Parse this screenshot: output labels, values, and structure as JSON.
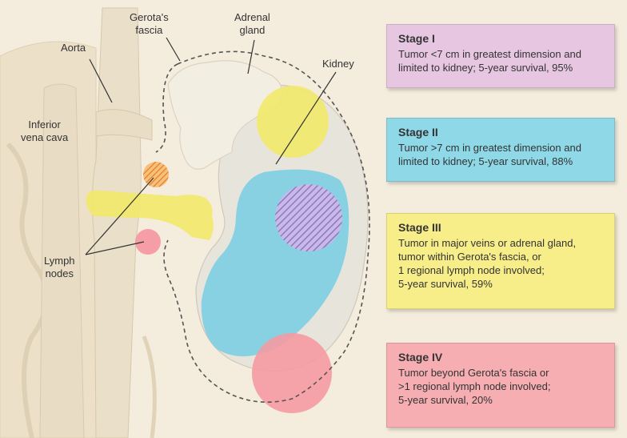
{
  "labels": {
    "gerotas_fascia": [
      "Gerota's",
      "fascia"
    ],
    "adrenal_gland": [
      "Adrenal",
      "gland"
    ],
    "aorta": "Aorta",
    "kidney": "Kidney",
    "inferior_vena_cava": [
      "Inferior",
      "vena cava"
    ],
    "lymph_nodes": [
      "Lymph",
      "nodes"
    ]
  },
  "colors": {
    "background": "#f4ecdc",
    "stage1": "#e6c6e0",
    "stage2": "#8ed8e8",
    "stage3": "#f7ee8a",
    "stage4": "#f6aeb3",
    "yellow_mark": "#f2e96a",
    "blue_mark": "#7fcfe2",
    "red_mark": "#f59aa2",
    "purple_hatch": "#a796cf",
    "orange_hatch": "#f0a050"
  },
  "stages": [
    {
      "title": "Stage I",
      "lines": [
        "Tumor <7 cm in greatest dimension and",
        "limited to kidney; 5-year survival, 95%"
      ]
    },
    {
      "title": "Stage II",
      "lines": [
        "Tumor >7 cm in greatest dimension and",
        "limited to kidney; 5-year survival, 88%"
      ]
    },
    {
      "title": "Stage III",
      "lines": [
        "Tumor in major veins or adrenal gland,",
        "tumor within Gerota's fascia, or",
        "1 regional lymph node involved;",
        "5-year survival, 59%"
      ]
    },
    {
      "title": "Stage IV",
      "lines": [
        "Tumor beyond Gerota's fascia or",
        ">1 regional lymph node involved;",
        "5-year survival, 20%"
      ]
    }
  ]
}
